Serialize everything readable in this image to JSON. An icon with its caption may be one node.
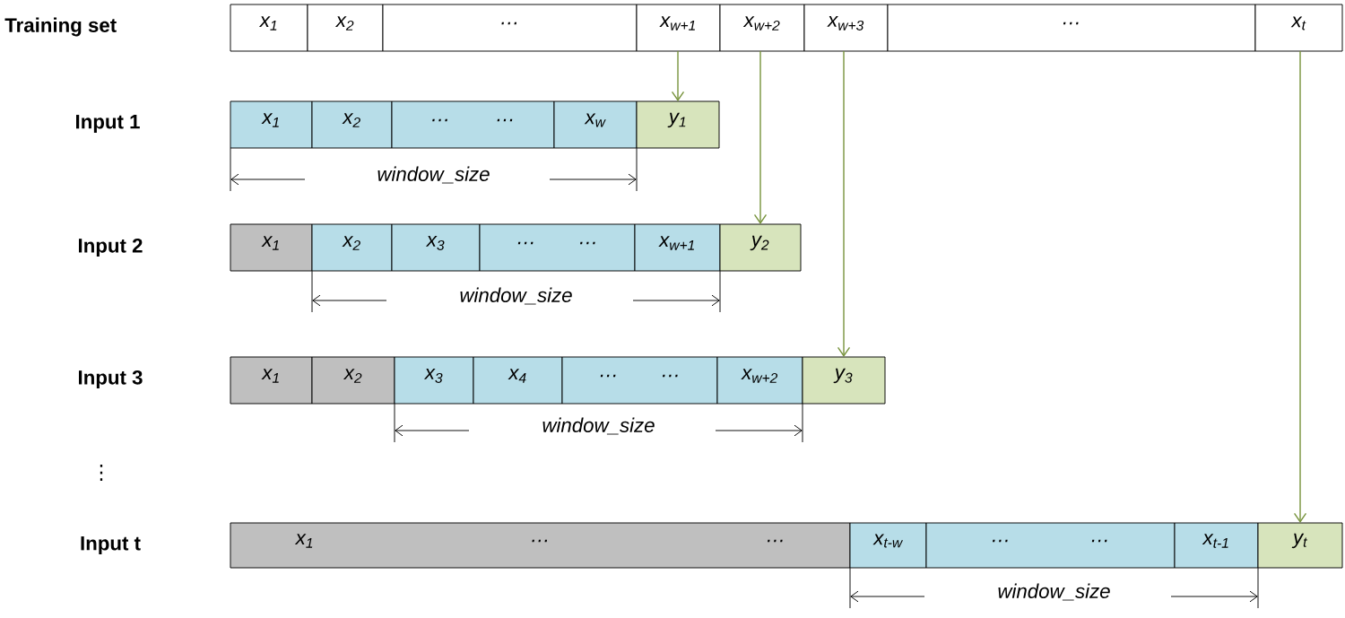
{
  "diagram": {
    "nodes": [
      {
        "text": [
          "x$_{1}$"
        ]
      },
      {
        "text": [
          "x$_{2}$"
        ]
      },
      {
        "text": [
          "…"
        ]
      },
      {
        "text": [
          "x$_{w+1}$"
        ]
      },
      {
        "text": [
          "x$_{w+2}$"
        ]
      },
      {
        "text": [
          "x$_{w+3}$"
        ]
      },
      {
        "text": [
          "…"
        ]
      },
      {
        "text": [
          "x$_{t}$"
        ]
      },
      {
        "text": [
          "x$_{1}$"
        ]
      },
      {
        "text": [
          "x$_{2}$"
        ]
      },
      {
        "text": [
          "…",
          "…"
        ]
      },
      {
        "text": [
          "x$_{w}$"
        ]
      },
      {
        "text": [
          "y$_{1}$"
        ]
      },
      {
        "text": [
          "x$_{1}$"
        ]
      },
      {
        "text": [
          "x$_{2}$"
        ]
      },
      {
        "text": [
          "x$_{3}$"
        ]
      },
      {
        "text": [
          "…",
          "…"
        ]
      },
      {
        "text": [
          "x$_{w+1}$"
        ]
      },
      {
        "text": [
          "y$_{2}$"
        ]
      },
      {
        "text": [
          "x$_{1}$"
        ]
      },
      {
        "text": [
          "x$_{2}$"
        ]
      },
      {
        "text": [
          "x$_{3}$"
        ]
      },
      {
        "text": [
          "x$_{4}$"
        ]
      },
      {
        "text": [
          "…",
          "…"
        ]
      },
      {
        "text": [
          "x$_{w+2}$"
        ]
      },
      {
        "text": [
          "y$_{3}$"
        ]
      },
      {
        "text": [
          "x$_{1}$",
          "…",
          "…"
        ]
      },
      {
        "text": [
          "x$_{t-w}$"
        ]
      },
      {
        "text": [
          "…",
          "…"
        ]
      },
      {
        "text": [
          "x$_{t-1}$"
        ]
      },
      {
        "text": [
          "y$_{t}$"
        ]
      }
    ],
    "edges": [
      {
        "from": 3,
        "to": 12,
        "arrow": "to"
      },
      {
        "from": 4,
        "to": 18,
        "arrow": "to"
      },
      {
        "from": 5,
        "to": 25,
        "arrow": "to"
      },
      {
        "from": 7,
        "to": 30,
        "arrow": "to"
      }
    ],
    "labels": [
      "Training set",
      "Input 1",
      "window_size",
      "Input 2",
      "window_size",
      "Input 3",
      "window_size",
      "⋮",
      "Input t",
      "window_size"
    ]
  }
}
